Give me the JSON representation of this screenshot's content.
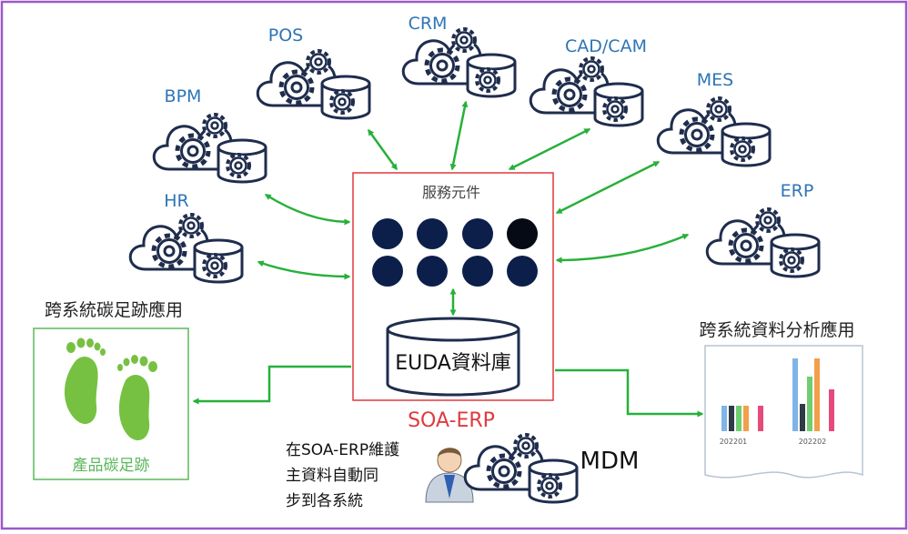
{
  "systems": [
    {
      "id": "pos",
      "label": "POS"
    },
    {
      "id": "crm",
      "label": "CRM"
    },
    {
      "id": "cadcam",
      "label": "CAD/CAM"
    },
    {
      "id": "bpm",
      "label": "BPM"
    },
    {
      "id": "mes",
      "label": "MES"
    },
    {
      "id": "hr",
      "label": "HR"
    },
    {
      "id": "erp",
      "label": "ERP"
    }
  ],
  "core": {
    "services_label": "服務元件",
    "database_label": "EUDA資料庫",
    "name": "SOA-ERP"
  },
  "carbon": {
    "heading": "跨系統碳足跡應用",
    "caption": "產品碳足跡"
  },
  "analytics": {
    "heading": "跨系統資料分析應用",
    "chart_ticks": [
      "202201",
      "202202"
    ]
  },
  "mdm": {
    "label": "MDM",
    "note_lines": [
      "在SOA-ERP維護",
      "主資料自動同",
      "步到各系統"
    ]
  },
  "colors": {
    "frame": "#9b59c9",
    "system_label": "#2e75b6",
    "icon": "#1f2d4d",
    "arrow": "#27b03a",
    "core_border": "#e0393e",
    "core_name": "#e0393e",
    "dot": "#0c1f4a",
    "footprint": "#77c142"
  }
}
